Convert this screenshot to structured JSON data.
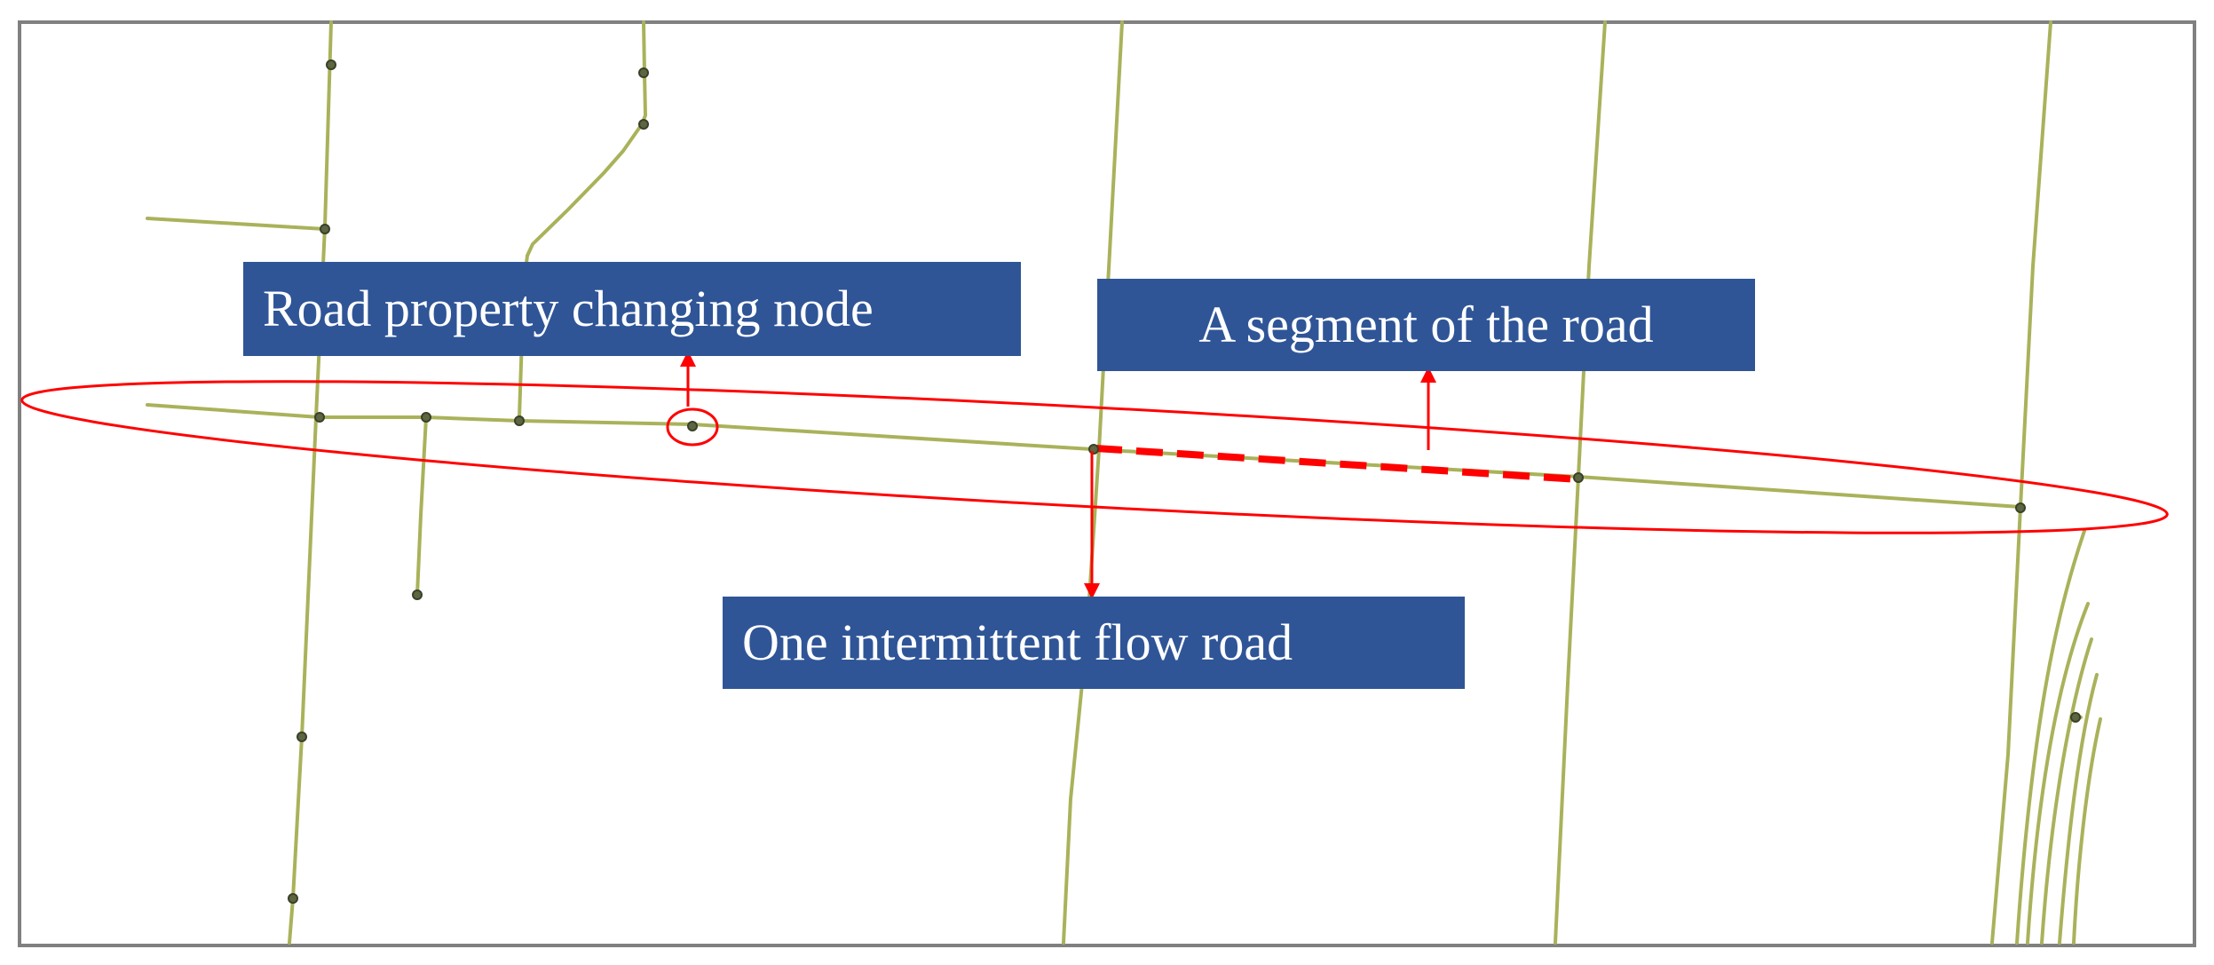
{
  "labels": {
    "node": "Road property changing node",
    "segment": "A segment of the road",
    "road": "One intermittent flow road"
  },
  "colors": {
    "road_line": "#a9b25a",
    "node_fill": "#5c6640",
    "annotation_red": "#ff0000",
    "callout_bg": "#2f5597",
    "callout_text": "#ffffff",
    "frame": "#808080"
  },
  "icons": {
    "node": "road-node-icon",
    "arrow": "arrow-up-icon"
  }
}
